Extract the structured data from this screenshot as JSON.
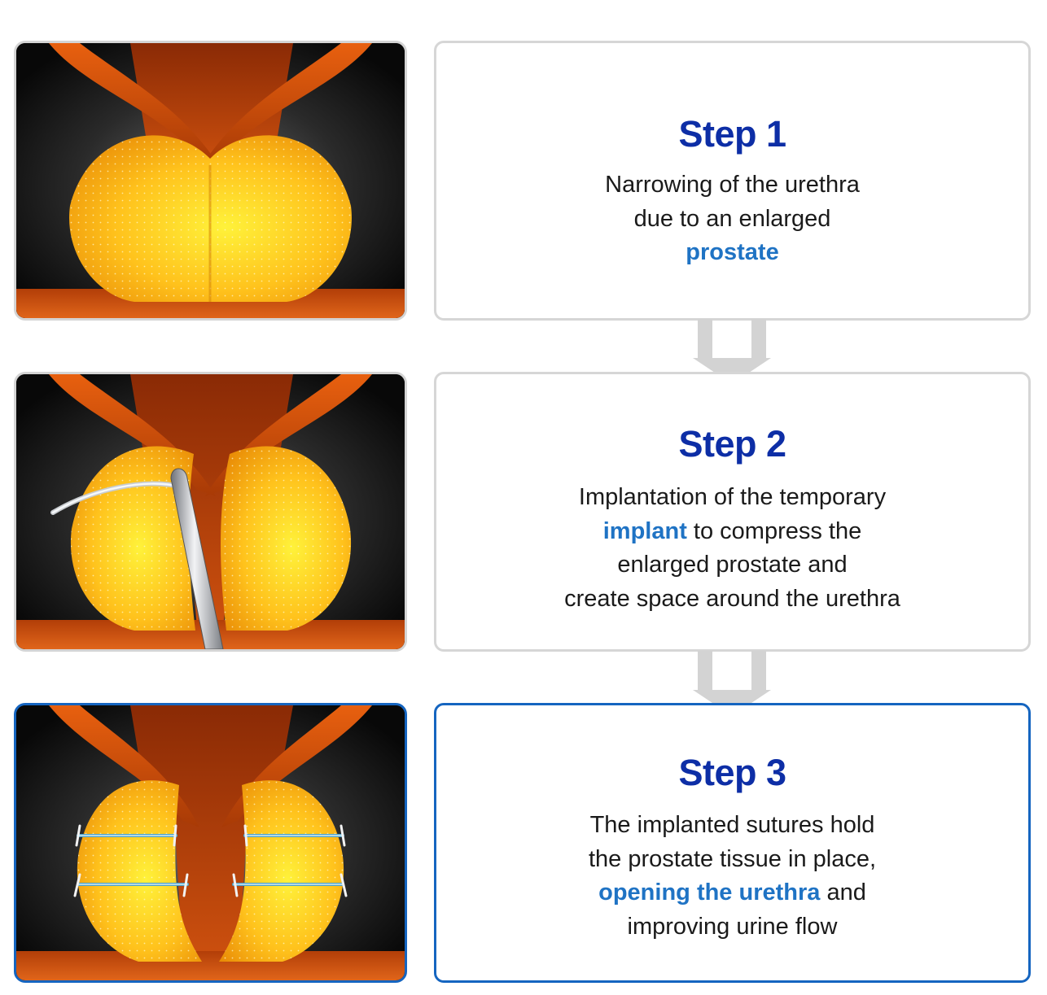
{
  "steps": [
    {
      "title": "Step 1",
      "lines": [
        [
          {
            "t": "Narrowing of the urethra"
          }
        ],
        [
          {
            "t": "due to an enlarged"
          }
        ],
        [
          {
            "t": "prostate",
            "hl": true
          }
        ]
      ]
    },
    {
      "title": "Step 2",
      "lines": [
        [
          {
            "t": "Implantation of the temporary"
          }
        ],
        [
          {
            "t": "implant",
            "hl": true
          },
          {
            "t": " to compress the"
          }
        ],
        [
          {
            "t": "enlarged prostate and"
          }
        ],
        [
          {
            "t": "create space around the urethra"
          }
        ]
      ]
    },
    {
      "title": "Step 3",
      "lines": [
        [
          {
            "t": "The implanted sutures hold"
          }
        ],
        [
          {
            "t": "the prostate tissue in place,"
          }
        ],
        [
          {
            "t": "opening the urethra",
            "hl": true
          },
          {
            "t": " and"
          }
        ],
        [
          {
            "t": "improving urine flow"
          }
        ]
      ]
    }
  ],
  "colors": {
    "title": "#0d2ea6",
    "highlight": "#1f73c4",
    "active_border": "#1565c0",
    "border": "#d6d6d6",
    "arrow": "#d3d3d3",
    "prostate": "#ffb81a",
    "tissue": "#c4410a"
  }
}
